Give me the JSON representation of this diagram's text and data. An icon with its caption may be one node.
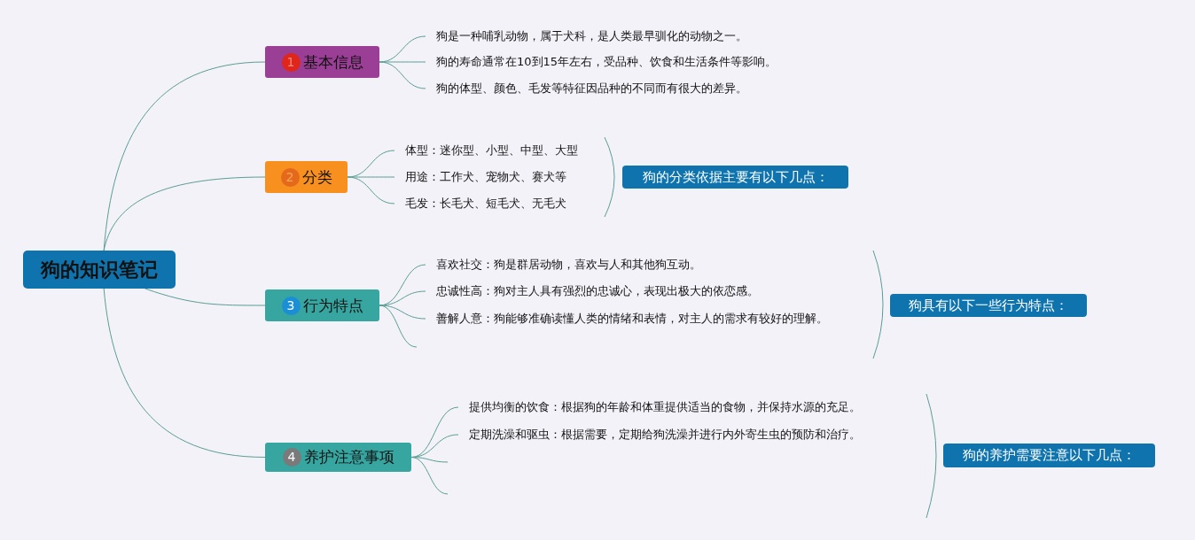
{
  "diagram": {
    "nodes": [
      {
        "text": [
          "狗的知识笔记"
        ]
      },
      {
        "text": [
          "1",
          "基本信息"
        ]
      },
      {
        "text": [
          "狗是一种哺乳动物，属于犬科，是人类最早驯化的动物之一。"
        ]
      },
      {
        "text": [
          "狗的寿命通常在10到15年左右，受品种、饮食和生活条件等影响。"
        ]
      },
      {
        "text": [
          "狗的体型、颜色、毛发等特征因品种的不同而有很大的差异。"
        ]
      },
      {
        "text": [
          "2",
          "分类"
        ]
      },
      {
        "text": [
          "体型：迷你型、小型、中型、大型"
        ]
      },
      {
        "text": [
          "用途：工作犬、宠物犬、赛犬等"
        ]
      },
      {
        "text": [
          "毛发：长毛犬、短毛犬、无毛犬"
        ]
      },
      {
        "text": [
          "狗的分类依据主要有以下几点："
        ]
      },
      {
        "text": [
          "3",
          "行为特点"
        ]
      },
      {
        "text": [
          "喜欢社交：狗是群居动物，喜欢与人和其他狗互动。"
        ]
      },
      {
        "text": [
          "忠诚性高：狗对主人具有强烈的忠诚心，表现出极大的依恋感。"
        ]
      },
      {
        "text": [
          "善解人意：狗能够准确读懂人类的情绪和表情，对主人的需求有较好的理解。"
        ]
      },
      {
        "text": [
          "狗具有以下一些行为特点："
        ]
      },
      {
        "text": [
          "4",
          "养护注意事项"
        ]
      },
      {
        "text": [
          "提供均衡的饮食：根据狗的年龄和体重提供适当的食物，并保持水源的充足。"
        ]
      },
      {
        "text": [
          "定期洗澡和驱虫：根据需要，定期给狗洗澡并进行内外寄生虫的预防和治疗。"
        ]
      },
      {
        "text": [
          "狗的养护需要注意以下几点："
        ]
      }
    ],
    "edges": [
      {
        "from": 0,
        "to": 1,
        "arrow": "none"
      },
      {
        "from": 0,
        "to": 5,
        "arrow": "none"
      },
      {
        "from": 0,
        "to": 10,
        "arrow": "none"
      },
      {
        "from": 0,
        "to": 15,
        "arrow": "none"
      },
      {
        "from": 1,
        "to": 2,
        "arrow": "none"
      },
      {
        "from": 1,
        "to": 3,
        "arrow": "none"
      },
      {
        "from": 1,
        "to": 4,
        "arrow": "none"
      },
      {
        "from": 5,
        "to": 6,
        "arrow": "none"
      },
      {
        "from": 5,
        "to": 7,
        "arrow": "none"
      },
      {
        "from": 5,
        "to": 8,
        "arrow": "none"
      },
      {
        "from": 10,
        "to": 11,
        "arrow": "none"
      },
      {
        "from": 10,
        "to": 12,
        "arrow": "none"
      },
      {
        "from": 10,
        "to": 13,
        "arrow": "none"
      },
      {
        "from": 10,
        "to": null,
        "arrow": "none"
      },
      {
        "from": 15,
        "to": 16,
        "arrow": "none"
      },
      {
        "from": 15,
        "to": 17,
        "arrow": "none"
      },
      {
        "from": 15,
        "to": null,
        "arrow": "none"
      },
      {
        "from": 15,
        "to": null,
        "arrow": "none"
      }
    ]
  }
}
